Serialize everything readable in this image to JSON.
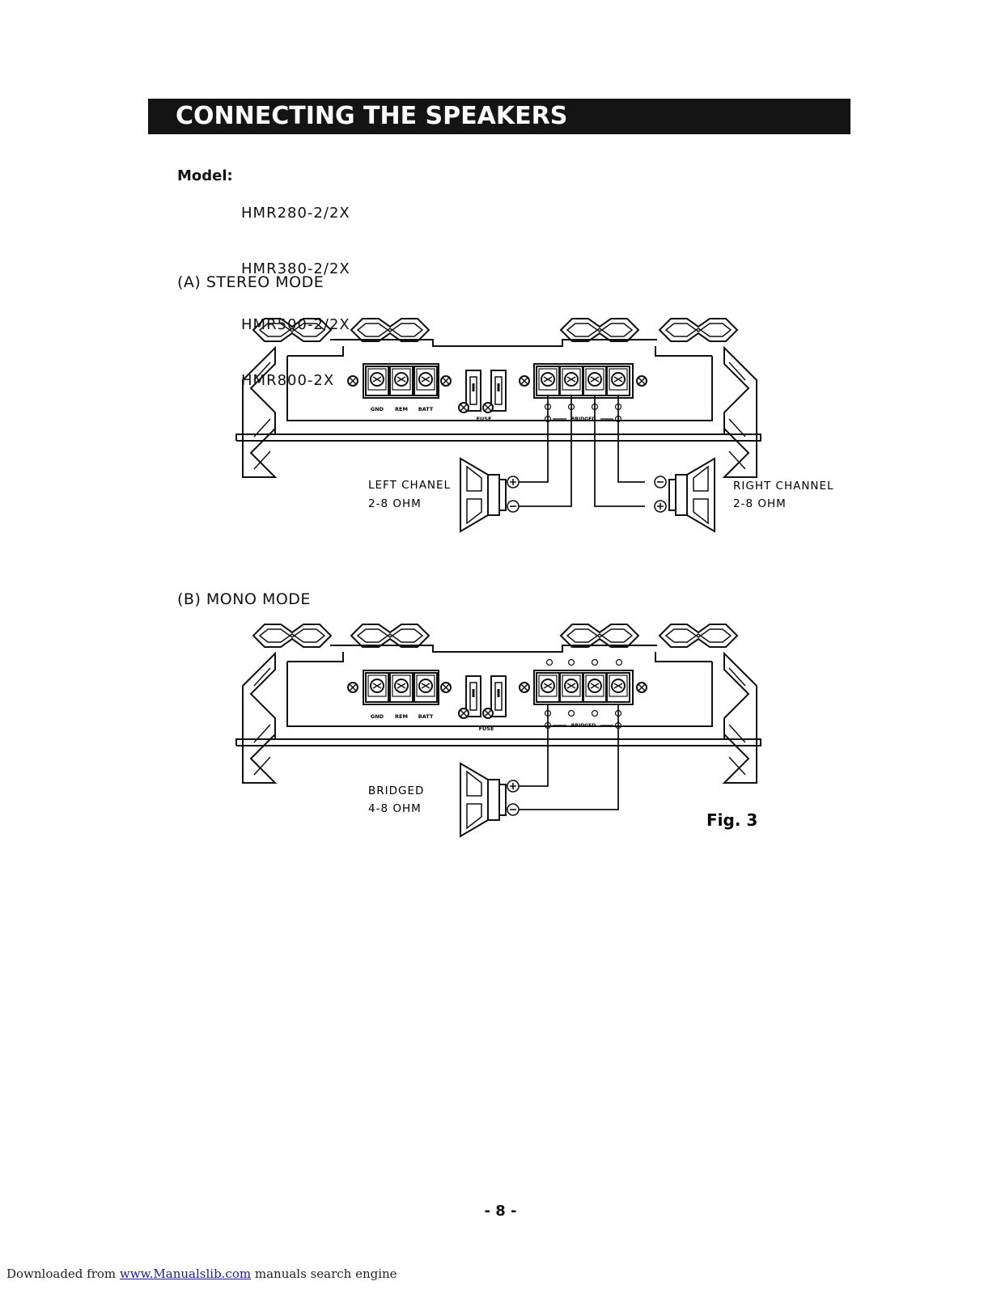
{
  "header": {
    "title": "CONNECTING THE SPEAKERS"
  },
  "models": {
    "label": "Model:",
    "items": [
      "HMR280-2/2X",
      "HMR380-2/2X",
      "HMR500-2/2X",
      "HMR800-2X"
    ]
  },
  "stereo": {
    "title": "(A) STEREO MODE",
    "power_labels": [
      "GND",
      "REM",
      "BATT"
    ],
    "fuse_label": "FUSE",
    "bridged_label": "BRIDGED",
    "left_label_1": "LEFT CHANEL",
    "left_label_2": "2-8 OHM",
    "right_label_1": "RIGHT CHANNEL",
    "right_label_2": "2-8 OHM"
  },
  "mono": {
    "title": "(B) MONO MODE",
    "power_labels": [
      "GND",
      "REM",
      "BATT"
    ],
    "fuse_label": "FUSE",
    "bridged_label": "BRIDGED",
    "speaker_label_1": "BRIDGED",
    "speaker_label_2": "4-8 OHM"
  },
  "figure_label": "Fig. 3",
  "page_number": "- 8 -",
  "footer": {
    "prefix": "Downloaded from ",
    "link": "www.Manualslib.com",
    "suffix": " manuals search engine"
  }
}
